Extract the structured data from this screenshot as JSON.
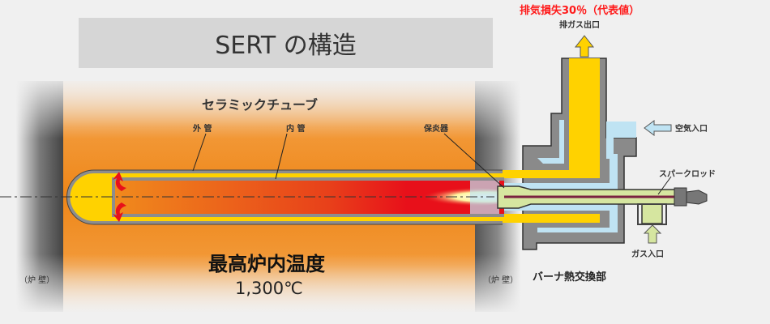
{
  "title": "SERT の構造",
  "exhaust_loss": "排気損失30％（代表値）",
  "labels": {
    "ceramic_tube": "セラミックチューブ",
    "outer_tube": "外 管",
    "inner_tube": "内 管",
    "flame_holder": "保炎器",
    "furnace_wall_left": "（炉 壁）",
    "furnace_wall_right": "（炉 壁）",
    "max_temp_label": "最高炉内温度",
    "max_temp_value": "1,300℃",
    "exhaust_outlet": "排ガス出口",
    "air_inlet": "空気入口",
    "spark_rod": "スパークロッド",
    "gas_inlet": "ガス入口",
    "burner_heat_exchanger": "バーナ熱交換部"
  },
  "colors": {
    "furnace": "#f08a1c",
    "exhaust": "#ffd200",
    "air": "#bfe3f3",
    "gas": "#d6e6a0",
    "wall": "#7a7a7a",
    "flame": "#e8101a",
    "accent_red": "#ff1a1a"
  }
}
